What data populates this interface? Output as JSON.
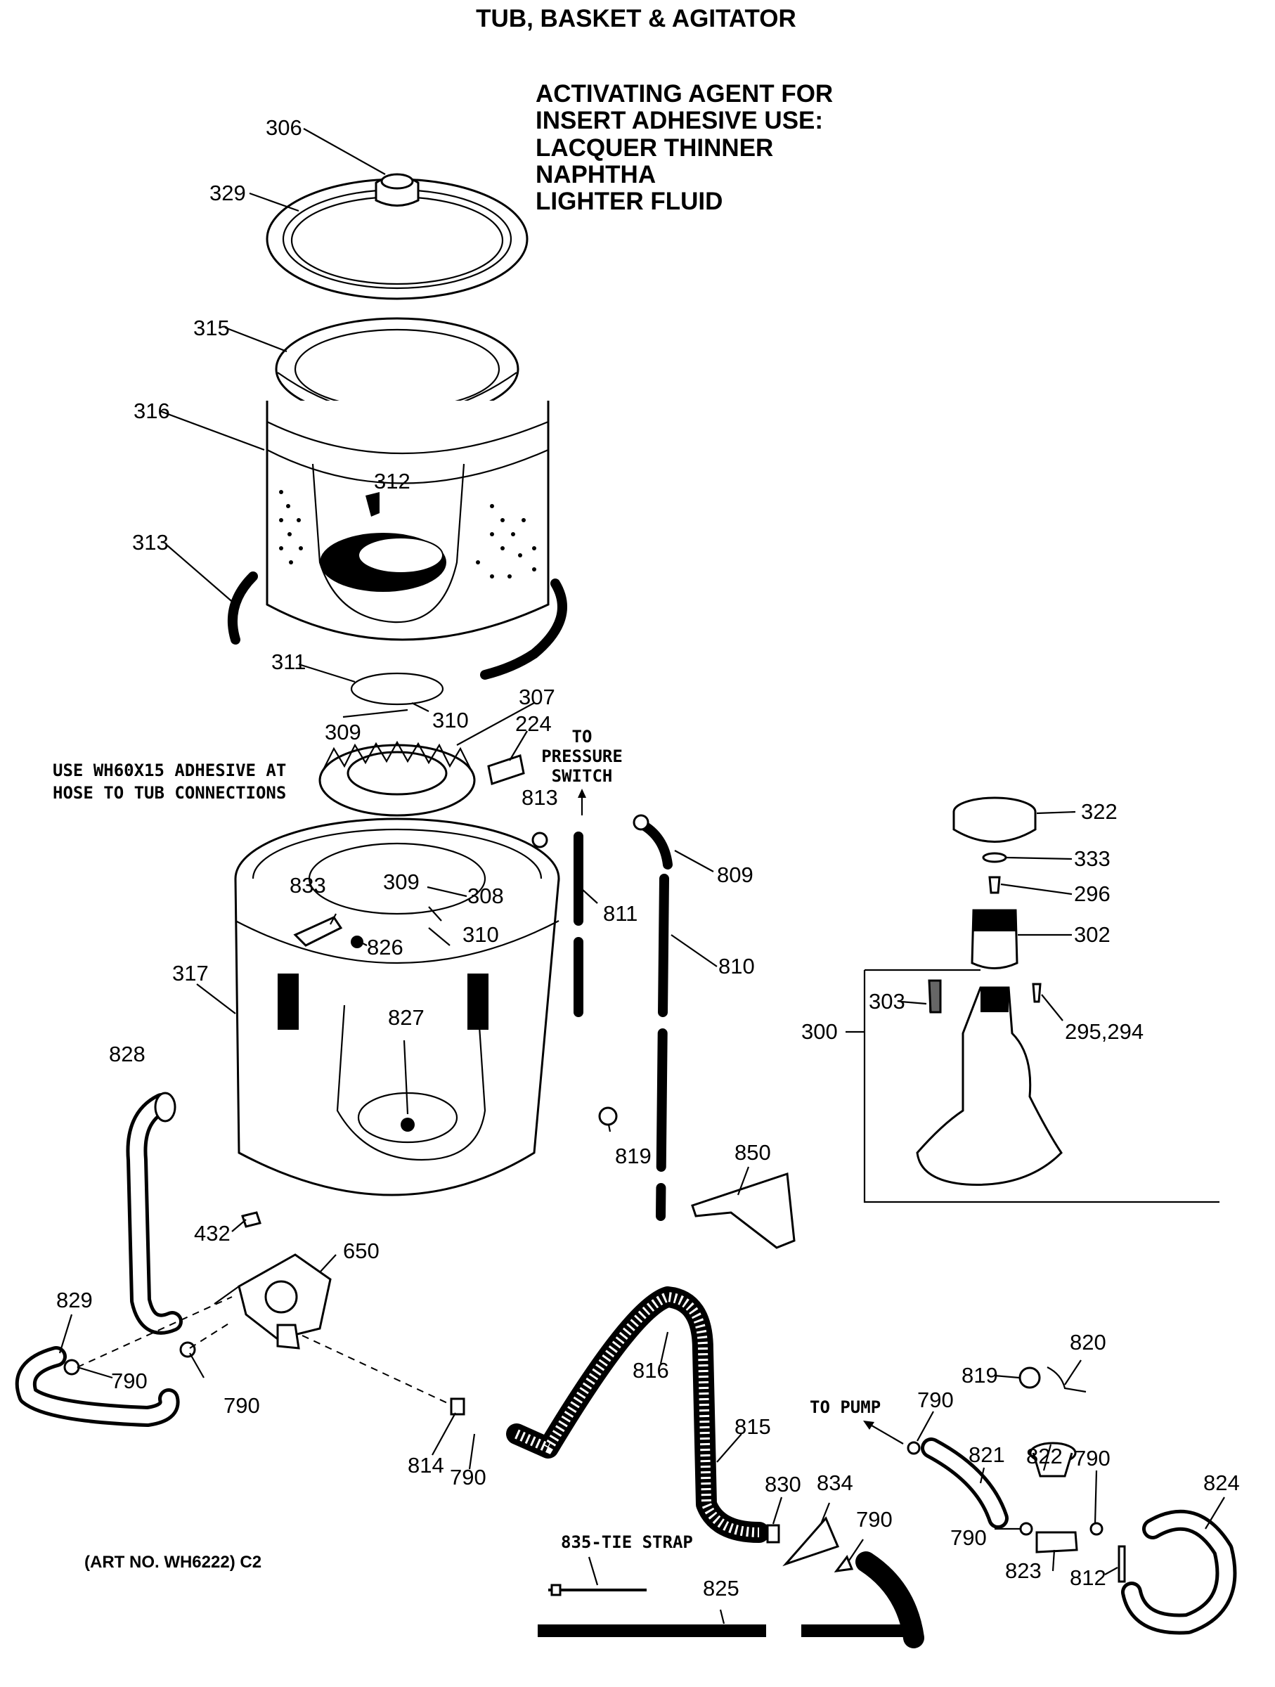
{
  "header": {
    "title": "TUB, BASKET & AGITATOR"
  },
  "notes": {
    "activating_agent": [
      "ACTIVATING AGENT FOR",
      "INSERT ADHESIVE USE:",
      "LACQUER THINNER",
      "NAPHTHA",
      "LIGHTER FLUID"
    ],
    "adhesive_note": [
      "USE WH60X15 ADHESIVE AT",
      "HOSE TO TUB CONNECTIONS"
    ],
    "pressure_switch": [
      "TO",
      "PRESSURE",
      "SWITCH"
    ],
    "to_pump": "TO PUMP",
    "tie_strap": "835-TIE STRAP",
    "art_no": "(ART NO. WH6222) C2"
  },
  "callouts": {
    "c306": "306",
    "c329": "329",
    "c315": "315",
    "c316": "316",
    "c312": "312",
    "c313": "313",
    "c311": "311",
    "c307": "307",
    "c309a": "309",
    "c310a": "310",
    "c224": "224",
    "c813": "813",
    "c833": "833",
    "c309b": "309",
    "c308": "308",
    "c310b": "310",
    "c826": "826",
    "c811": "811",
    "c809": "809",
    "c810": "810",
    "c317": "317",
    "c827": "827",
    "c828": "828",
    "c819a": "819",
    "c850": "850",
    "c432": "432",
    "c650": "650",
    "c829": "829",
    "c790a": "790",
    "c790b": "790",
    "c814": "814",
    "c790c": "790",
    "c816": "816",
    "c815": "815",
    "c830": "830",
    "c834": "834",
    "c790d": "790",
    "c825": "825",
    "c322": "322",
    "c333": "333",
    "c296": "296",
    "c302": "302",
    "c303": "303",
    "c300": "300",
    "c295": "295,294",
    "c820": "820",
    "c819b": "819",
    "c790e": "790",
    "c821": "821",
    "c822": "822",
    "c790f": "790",
    "c824": "824",
    "c790g": "790",
    "c823": "823",
    "c812": "812"
  }
}
